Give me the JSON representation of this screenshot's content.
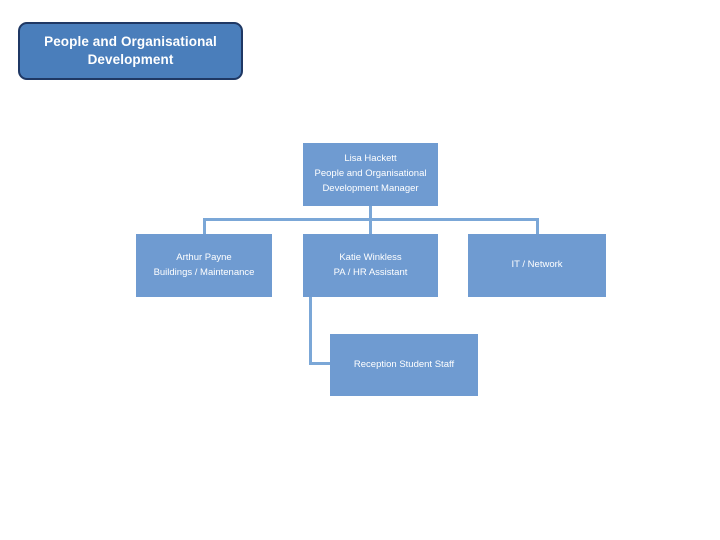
{
  "slide": {
    "title": {
      "label": "People and Organisational Development",
      "box_fill": "#4a7ebb",
      "box_border": "#1f3864",
      "text_color": "#ffffff"
    },
    "theme": {
      "node_fill": "#6f9bd1",
      "node_text": "#ffffff",
      "connector_color": "#7ba7d7",
      "background": "#ffffff"
    }
  },
  "chart_data": {
    "type": "org-chart",
    "title": "People and Organisational Development",
    "nodes": [
      {
        "id": "lisa-hackett",
        "level": 0,
        "name": "Lisa Hackett",
        "role": "People and Organisational Development Manager",
        "parent": null
      },
      {
        "id": "arthur-payne",
        "level": 1,
        "name": "Arthur Payne",
        "role": "Buildings / Maintenance",
        "parent": "lisa-hackett"
      },
      {
        "id": "katie-winkless",
        "level": 1,
        "name": "Katie Winkless",
        "role": "PA / HR Assistant",
        "parent": "lisa-hackett"
      },
      {
        "id": "it-network",
        "level": 1,
        "name": "IT / Network",
        "role": "",
        "parent": "lisa-hackett"
      },
      {
        "id": "reception-student-staff",
        "level": 2,
        "name": "Reception Student Staff",
        "role": "",
        "parent": "katie-winkless"
      }
    ]
  }
}
